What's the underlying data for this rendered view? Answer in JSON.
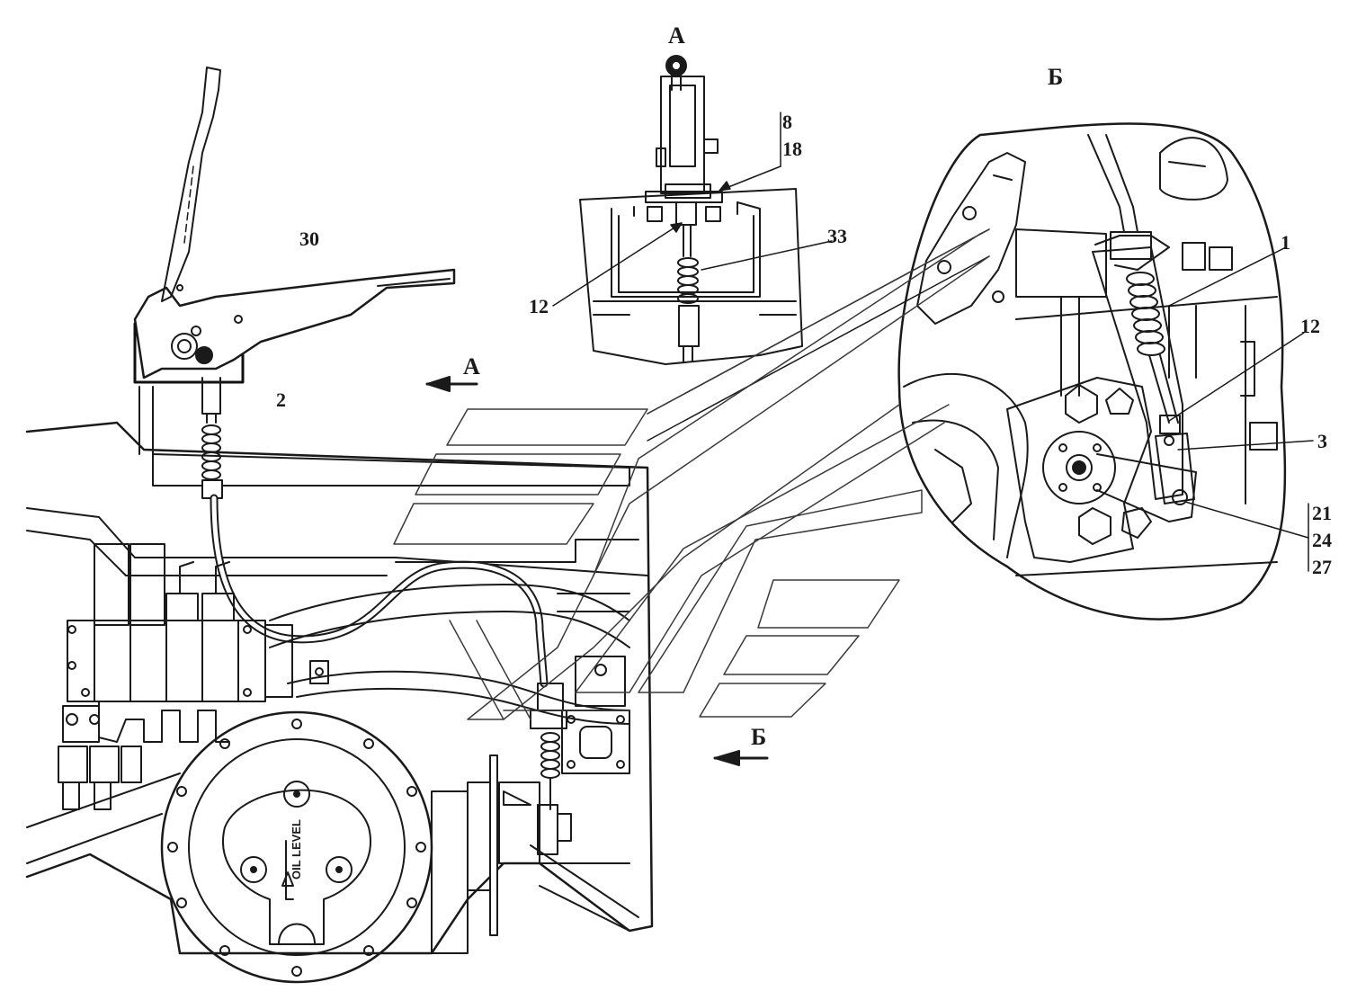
{
  "view_labels": {
    "view_a": "А",
    "view_b": "Б",
    "arrow_a": "А",
    "arrow_b": "Б"
  },
  "callouts": {
    "c30": "30",
    "c2": "2",
    "c8": "8",
    "c18": "18",
    "c33": "33",
    "c12_a": "12",
    "c1": "1",
    "c12_b": "12",
    "c3": "3",
    "c21": "21",
    "c24": "24",
    "c27": "27"
  },
  "markings": {
    "oil_level": "OIL LEVEL"
  },
  "colors": {
    "line": "#1a1a1a",
    "fill_light": "#ffffff",
    "fill_shade": "#e6e6e6"
  }
}
